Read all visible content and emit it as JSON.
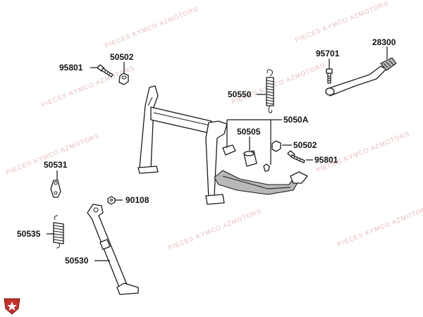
{
  "watermark": "PIECES KYMCO AZMOTORS",
  "parts": {
    "p95801a": "95801",
    "p50502a": "50502",
    "p95701": "95701",
    "p28300": "28300",
    "p50550": "50550",
    "p5050A": "5050A",
    "p50505": "50505",
    "p50502b": "50502",
    "p95801b": "95801",
    "p50531": "50531",
    "p90108": "90108",
    "p50535": "50535",
    "p50530": "50530"
  },
  "colors": {
    "logo_red": "#c0322b",
    "watermark": "#e9b9b9"
  }
}
